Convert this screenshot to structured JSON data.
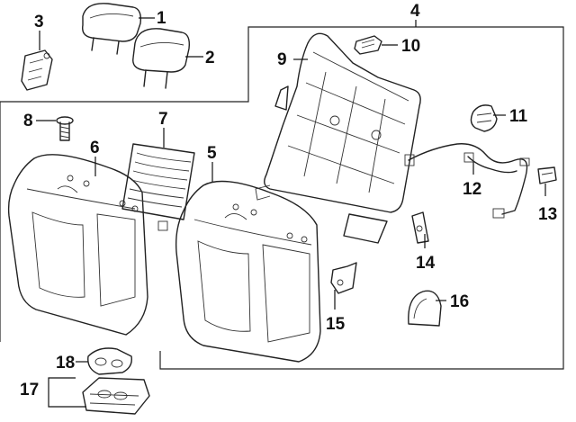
{
  "callouts": {
    "c1": "1",
    "c2": "2",
    "c3": "3",
    "c4": "4",
    "c5": "5",
    "c6": "6",
    "c7": "7",
    "c8": "8",
    "c9": "9",
    "c10": "10",
    "c11": "11",
    "c12": "12",
    "c13": "13",
    "c14": "14",
    "c15": "15",
    "c16": "16",
    "c17": "17",
    "c18": "18"
  },
  "colors": {
    "line": "#222222",
    "background": "#ffffff"
  }
}
